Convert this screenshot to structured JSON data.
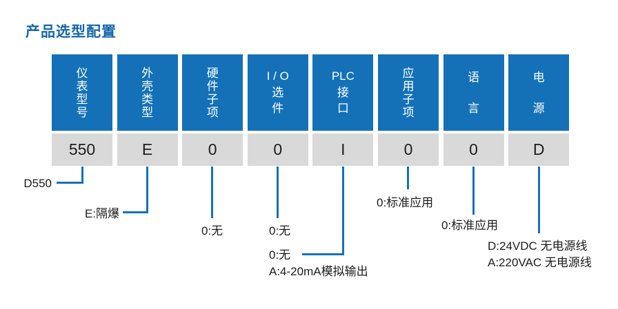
{
  "title": "产品选型配置",
  "colors": {
    "accent_blue": "#1471b8",
    "title_blue": "#1566ad",
    "value_box_gray": "#d9d9d9",
    "text_dark": "#1c1c1c"
  },
  "selector": {
    "columns": [
      {
        "header": "仪表型号",
        "header_lines": [
          "仪",
          "表",
          "型",
          "号"
        ],
        "value": "550"
      },
      {
        "header": "外壳类型",
        "header_lines": [
          "外",
          "壳",
          "类",
          "型"
        ],
        "value": "E"
      },
      {
        "header": "硬件子项",
        "header_lines": [
          "硬",
          "件",
          "子",
          "项"
        ],
        "value": "0"
      },
      {
        "header": "I/O选件",
        "header_lines": [
          "I / O",
          "选",
          "件"
        ],
        "value": "0"
      },
      {
        "header": "PLC接口",
        "header_lines": [
          "PLC",
          "接",
          "口"
        ],
        "value": "I"
      },
      {
        "header": "应用子项",
        "header_lines": [
          "应",
          "用",
          "子",
          "项"
        ],
        "value": "0"
      },
      {
        "header": "语言",
        "header_lines": [
          "语",
          "言"
        ],
        "value": "0"
      },
      {
        "header": "电源",
        "header_lines": [
          "电",
          "源"
        ],
        "value": "D"
      }
    ],
    "annotations": {
      "model": "D550",
      "enclosure": "E:隔爆",
      "hardware": "0:无",
      "io": "0:无",
      "plc_line1": "0:无",
      "plc_line2": "A:4-20mA模拟输出",
      "application": "0:标准应用",
      "language": "0:标准应用",
      "power_line1": "D:24VDC 无电源线",
      "power_line2": "A:220VAC 无电源线"
    }
  }
}
